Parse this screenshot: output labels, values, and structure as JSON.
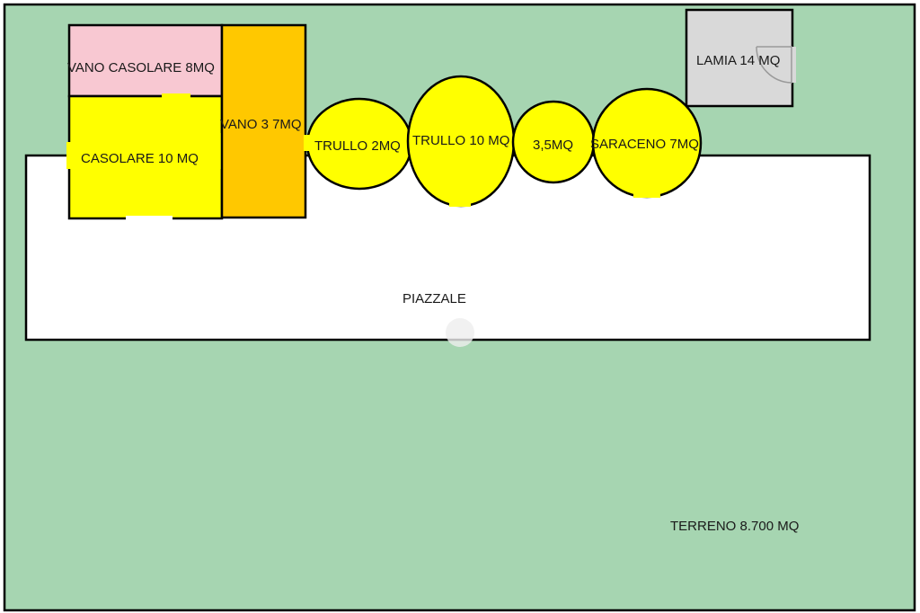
{
  "colors": {
    "terreno": "#a6d5b1",
    "piazzale": "#ffffff",
    "vano_casolare": "#f8c8d2",
    "casolare": "#ffff00",
    "vano3": "#ffc800",
    "trulli": "#ffff00",
    "lamia": "#d9d9d9",
    "outline": "#000000"
  },
  "labels": {
    "vano_casolare": "VANO CASOLARE 8MQ",
    "casolare": "CASOLARE 10 MQ",
    "vano3": "VANO 3 7MQ",
    "trullo_small": "TRULLO 2MQ",
    "trullo_big": "TRULLO 10 MQ",
    "area_35": "3,5MQ",
    "saraceno": "SARACENO 7MQ",
    "lamia": "LAMIA 14 MQ",
    "piazzale": "PIAZZALE",
    "terreno": "TERRENO 8.700 MQ"
  }
}
